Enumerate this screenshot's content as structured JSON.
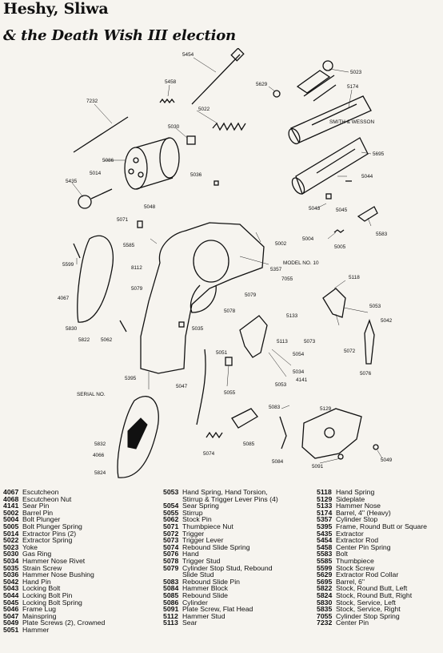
{
  "title_line1": "Heshy, Sliwa",
  "title_line2": "& the Death Wish III election",
  "labels": {
    "l5454": "5454",
    "l5023": "5023",
    "l5174": "5174",
    "l5458": "5458",
    "l5629": "5629",
    "l7232": "7232",
    "l5022": "5022",
    "l5030": "5030",
    "l5086": "5086",
    "l5014": "5014",
    "l5036": "5036",
    "l5695": "5695",
    "l5044": "5044",
    "l5435": "5435",
    "l5048": "5048",
    "l5043": "5043",
    "l5045": "5045",
    "l5071": "5071",
    "l5004": "5004",
    "l5583": "5583",
    "l5005": "5005",
    "l5585": "5585",
    "l5002": "5002",
    "l5599": "5599",
    "l8112": "8112",
    "l5357": "5357",
    "l7055": "7055",
    "l5118": "5118",
    "l4067": "4067",
    "l5079": "5079",
    "l5078": "5078",
    "l5133": "5133",
    "l5053a": "5053",
    "l5042": "5042",
    "l5830": "5830",
    "l5822": "5822",
    "l5062": "5062",
    "l5035": "5035",
    "l5073": "5073",
    "l5113": "5113",
    "l5072": "5072",
    "l5054": "5054",
    "l5051": "5051",
    "l5034": "5034",
    "l5076": "5076",
    "l5395": "5395",
    "l4141": "4141",
    "l5053b": "5053",
    "l5047": "5047",
    "l5055": "5055",
    "l5083": "5083",
    "l5129": "5129",
    "l5832": "5832",
    "l4066": "4066",
    "l5085": "5085",
    "l5074": "5074",
    "l5824": "5824",
    "l5084": "5084",
    "l5091": "5091",
    "l5049": "5049",
    "smith": "SMITH & WESSON",
    "model": "MODEL NO. 10",
    "serial": "SERIAL NO."
  },
  "parts_col1": [
    {
      "num": "4067",
      "name": "Escutcheon"
    },
    {
      "num": "4068",
      "name": "Escutcheon Nut"
    },
    {
      "num": "4141",
      "name": "Sear Pin"
    },
    {
      "num": "5002",
      "name": "Barrel Pin"
    },
    {
      "num": "5004",
      "name": "Bolt Plunger"
    },
    {
      "num": "5005",
      "name": "Bolt Plunger Spring"
    },
    {
      "num": "5014",
      "name": "Extractor Pins (2)"
    },
    {
      "num": "5022",
      "name": "Extractor Spring"
    },
    {
      "num": "5023",
      "name": "Yoke"
    },
    {
      "num": "5030",
      "name": "Gas Ring"
    },
    {
      "num": "5034",
      "name": "Hammer Nose Rivet"
    },
    {
      "num": "5035",
      "name": "Strain Screw"
    },
    {
      "num": "5036",
      "name": "Hammer Nose Bushing"
    },
    {
      "num": "5042",
      "name": "Hand Pin"
    },
    {
      "num": "5043",
      "name": "Locking Bolt"
    },
    {
      "num": "5044",
      "name": "Locking Bolt Pin"
    },
    {
      "num": "5045",
      "name": "Locking Bolt Spring"
    },
    {
      "num": "5046",
      "name": "Frame Lug"
    },
    {
      "num": "5047",
      "name": "Mainspring"
    },
    {
      "num": "5049",
      "name": "Plate Screws (2), Crowned"
    },
    {
      "num": "5051",
      "name": "Hammer"
    }
  ],
  "parts_col2": [
    {
      "num": "5053",
      "name": "Hand Spring, Hand Torsion,",
      "sub": "Stirrup & Trigger Lever Pins (4)"
    },
    {
      "num": "5054",
      "name": "Sear Spring"
    },
    {
      "num": "5055",
      "name": "Stirrup"
    },
    {
      "num": "5062",
      "name": "Stock Pin"
    },
    {
      "num": "5071",
      "name": "Thumbpiece Nut"
    },
    {
      "num": "5072",
      "name": "Trigger"
    },
    {
      "num": "5073",
      "name": "Trigger Lever"
    },
    {
      "num": "5074",
      "name": "Rebound Slide Spring"
    },
    {
      "num": "5076",
      "name": "Hand"
    },
    {
      "num": "5078",
      "name": "Trigger Stud"
    },
    {
      "num": "5079",
      "name": "Cylinder Stop Stud, Rebound",
      "sub": "Slide Stud"
    },
    {
      "num": "5083",
      "name": "Rebound Slide Pin"
    },
    {
      "num": "5084",
      "name": "Hammer Block"
    },
    {
      "num": "5085",
      "name": "Rebound Slide"
    },
    {
      "num": "5086",
      "name": "Cylinder"
    },
    {
      "num": "5091",
      "name": "Plate Screw, Flat Head"
    },
    {
      "num": "5112",
      "name": "Hammer Stud"
    },
    {
      "num": "5113",
      "name": "Sear"
    }
  ],
  "parts_col3": [
    {
      "num": "5118",
      "name": "Hand Spring"
    },
    {
      "num": "5129",
      "name": "Sideplate"
    },
    {
      "num": "5133",
      "name": "Hammer Nose"
    },
    {
      "num": "5174",
      "name": "Barrel, 4\" (Heavy)"
    },
    {
      "num": "5357",
      "name": "Cylinder Stop"
    },
    {
      "num": "5395",
      "name": "Frame, Round Butt or Square"
    },
    {
      "num": "5435",
      "name": "Extractor"
    },
    {
      "num": "5454",
      "name": "Extractor Rod"
    },
    {
      "num": "5458",
      "name": "Center Pin Spring"
    },
    {
      "num": "5583",
      "name": "Bolt"
    },
    {
      "num": "5585",
      "name": "Thumbpiece"
    },
    {
      "num": "5599",
      "name": "Stock Screw"
    },
    {
      "num": "5629",
      "name": "Extractor Rod Collar"
    },
    {
      "num": "5695",
      "name": "Barrel, 6\""
    },
    {
      "num": "5822",
      "name": "Stock, Round Butt, Left"
    },
    {
      "num": "5824",
      "name": "Stock, Round Butt, Right"
    },
    {
      "num": "5830",
      "name": "Stock, Service, Left"
    },
    {
      "num": "5835",
      "name": "Stock, Service, Right"
    },
    {
      "num": "7055",
      "name": "Cylinder Stop Spring"
    },
    {
      "num": "7232",
      "name": "Center Pin"
    }
  ]
}
